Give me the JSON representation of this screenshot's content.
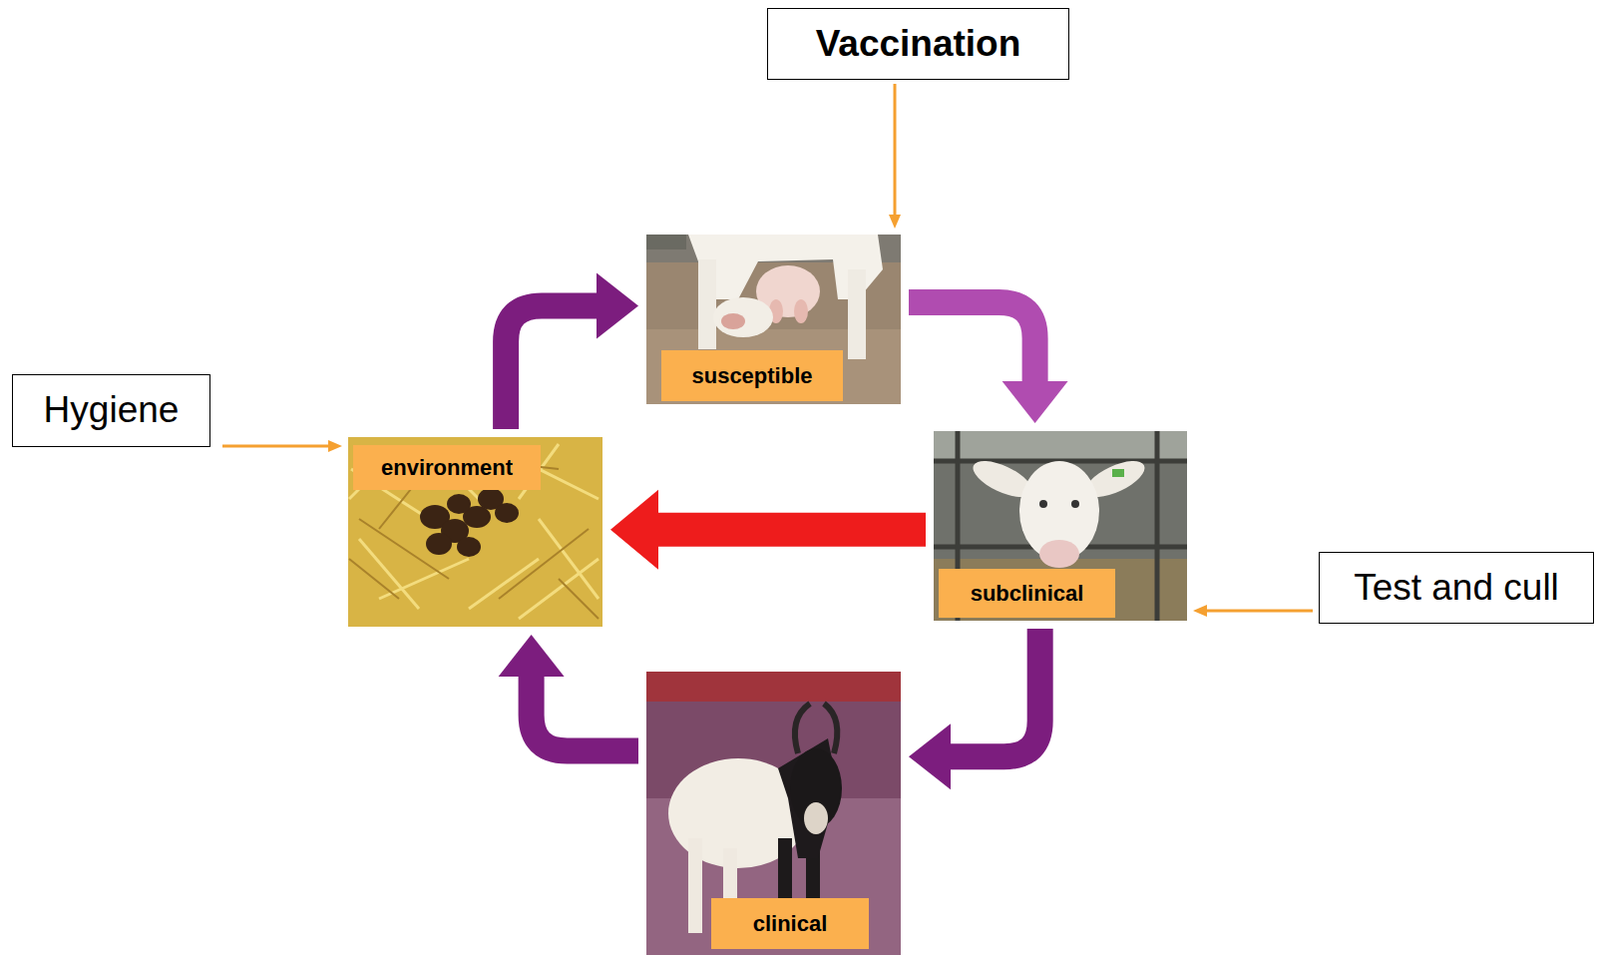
{
  "diagram": {
    "nodes": [
      {
        "text": [
          "Vaccination"
        ]
      },
      {
        "text": [
          "susceptible"
        ]
      },
      {
        "text": [
          "Hygiene"
        ]
      },
      {
        "text": [
          "environment"
        ]
      },
      {
        "text": [
          "subclinical"
        ]
      },
      {
        "text": [
          "Test and cull"
        ]
      },
      {
        "text": [
          "clinical"
        ]
      }
    ],
    "edges": [
      {
        "from": 1,
        "to": 4,
        "arrow": "to"
      },
      {
        "from": 4,
        "to": 6,
        "arrow": "to"
      },
      {
        "from": 6,
        "to": 3,
        "arrow": "to"
      },
      {
        "from": 3,
        "to": 1,
        "arrow": "to"
      },
      {
        "from": 4,
        "to": 3,
        "arrow": "to"
      },
      {
        "from": 0,
        "to": 1,
        "arrow": "to"
      },
      {
        "from": 2,
        "to": 3,
        "arrow": "to"
      },
      {
        "from": 5,
        "to": 4,
        "arrow": "to"
      }
    ]
  }
}
